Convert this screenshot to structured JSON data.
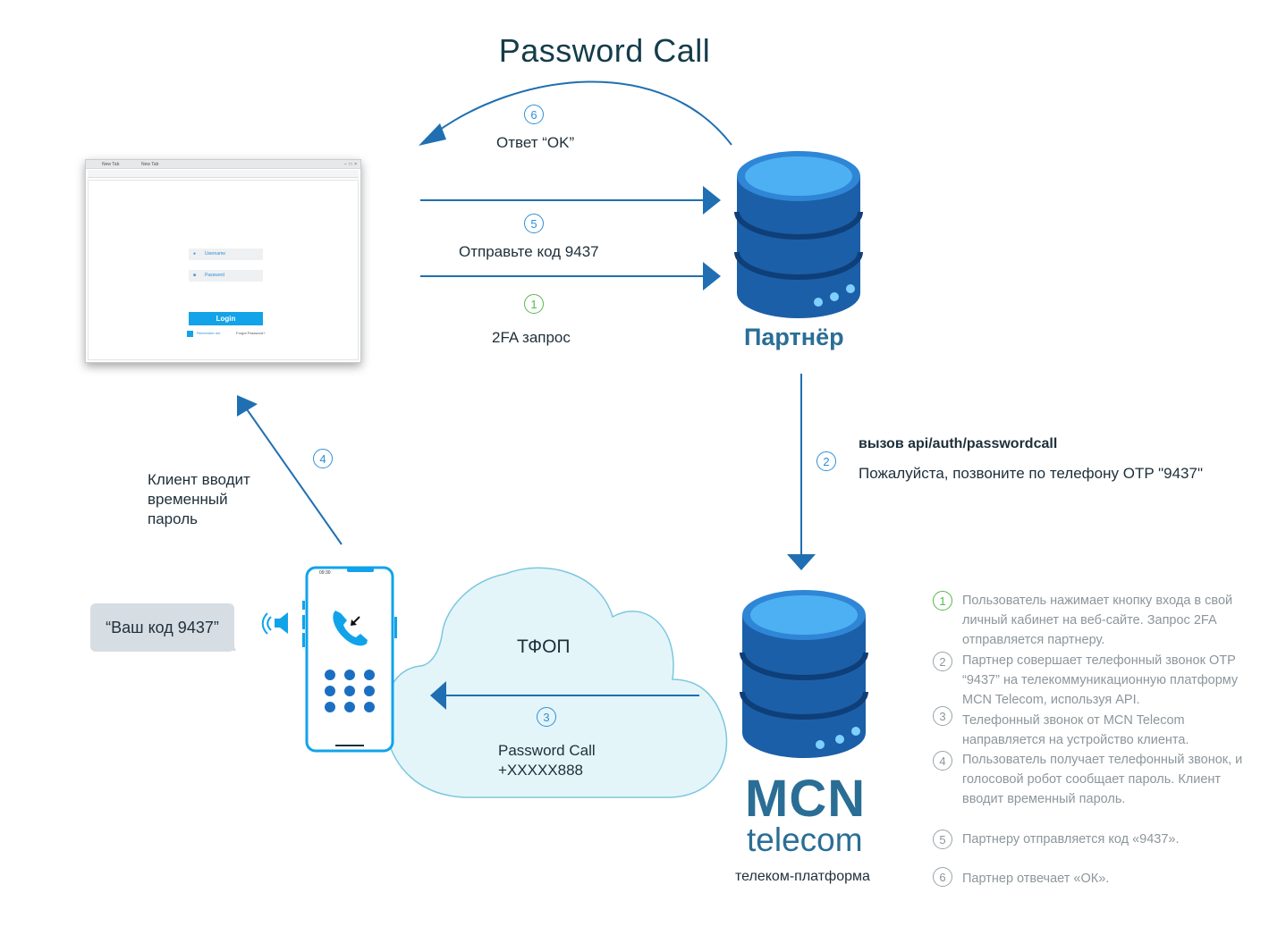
{
  "title": "Password Call",
  "steps": {
    "s1": {
      "num": "1",
      "label": "2FA запрос"
    },
    "s2": {
      "num": "2",
      "label_bold": "вызов api/auth/passwordcall",
      "label": "Пожалуйста, позвоните по телефону OTP \"9437\""
    },
    "s3": {
      "num": "3",
      "label_line1": "Password Call",
      "label_line2": "+XXXXX888"
    },
    "s4": {
      "num": "4",
      "label_line1": "Клиент вводит",
      "label_line2": "временный",
      "label_line3": "пароль"
    },
    "s5": {
      "num": "5",
      "label": "Отправьте код 9437"
    },
    "s6": {
      "num": "6",
      "label": "Ответ “OK”"
    }
  },
  "partner_label": "Партнёр",
  "cloud_label": "ТФОП",
  "mcn": {
    "brand": "MCN",
    "brand_sub": "telecom",
    "caption": "телеком-платформа"
  },
  "speech_bubble": "“Ваш код 9437”",
  "browser": {
    "tab1": "New Tab",
    "tab2": "New Tab",
    "username_placeholder": "Username",
    "password_placeholder": "Password",
    "login_label": "Login",
    "remember_label": "Remember me",
    "forgot_label": "Forgot Password?"
  },
  "phone": {
    "time": "09:30"
  },
  "notes": [
    {
      "num": "1",
      "text": "Пользователь нажимает кнопку входа в свой личный кабинет на веб-сайте. Запрос 2FA отправляется партнеру."
    },
    {
      "num": "2",
      "text": "Партнер совершает телефонный звонок OTP “9437” на телекоммуникационную платформу MCN Telecom, используя API."
    },
    {
      "num": "3",
      "text": "Телефонный звонок от MCN Telecom направляется на устройство клиента."
    },
    {
      "num": "4",
      "text": "Пользователь получает телефонный звонок, и голосовой робот сообщает пароль. Клиент вводит временный пароль."
    },
    {
      "num": "5",
      "text": "Партнеру отправляется код «9437»."
    },
    {
      "num": "6",
      "text": "Партнер отвечает «ОК»."
    }
  ],
  "colors": {
    "arrow": "#1f6fb2",
    "accent": "#2a6e96",
    "db_dark": "#1b5fa8",
    "db_light": "#3aa0ea",
    "cloud": "#e3f5f9"
  }
}
